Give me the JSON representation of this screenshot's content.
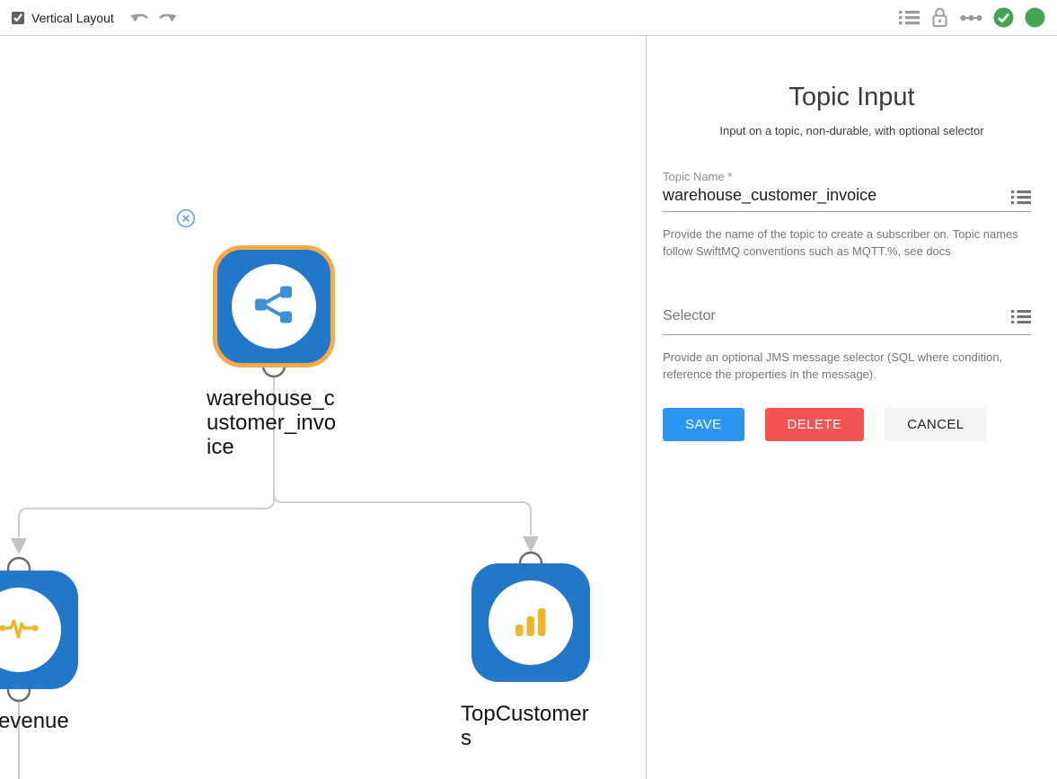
{
  "toolbar": {
    "vertical_layout_label": "Vertical Layout",
    "vertical_layout_checked": true,
    "status_color": "#43A551",
    "icon_color": "#9b9b9b"
  },
  "canvas": {
    "nodes": [
      {
        "label": "warehouse_customer_invoice",
        "icon": "share-icon",
        "selected": true,
        "color": "#2277C9",
        "selection_color": "#F8A94A",
        "icon_color": "#3F8FD8"
      },
      {
        "label": "evenue",
        "icon": "pulse-icon",
        "selected": false,
        "color": "#2277C9",
        "icon_color": "#EFB52D"
      },
      {
        "label": "TopCustomers",
        "icon": "bar-chart-icon",
        "selected": false,
        "color": "#2277C9",
        "icon_color": "#EFB52D"
      }
    ],
    "wire_color": "#c9c9c9"
  },
  "panel": {
    "title": "Topic Input",
    "subtitle": "Input on a topic, non-durable, with optional selector",
    "topic_name": {
      "label": "Topic Name *",
      "value": "warehouse_customer_invoice",
      "help": "Provide the name of the topic to create a subscriber on. Topic names follow SwiftMQ conventions such as MQTT.%, see docs"
    },
    "selector": {
      "placeholder": "Selector",
      "value": "",
      "help": "Provide an optional JMS message selector (SQL where condition, reference the properties in the message)."
    },
    "buttons": {
      "save": "SAVE",
      "delete": "DELETE",
      "cancel": "CANCEL"
    },
    "accent_save": "#2B96F1",
    "accent_delete": "#F25453"
  }
}
